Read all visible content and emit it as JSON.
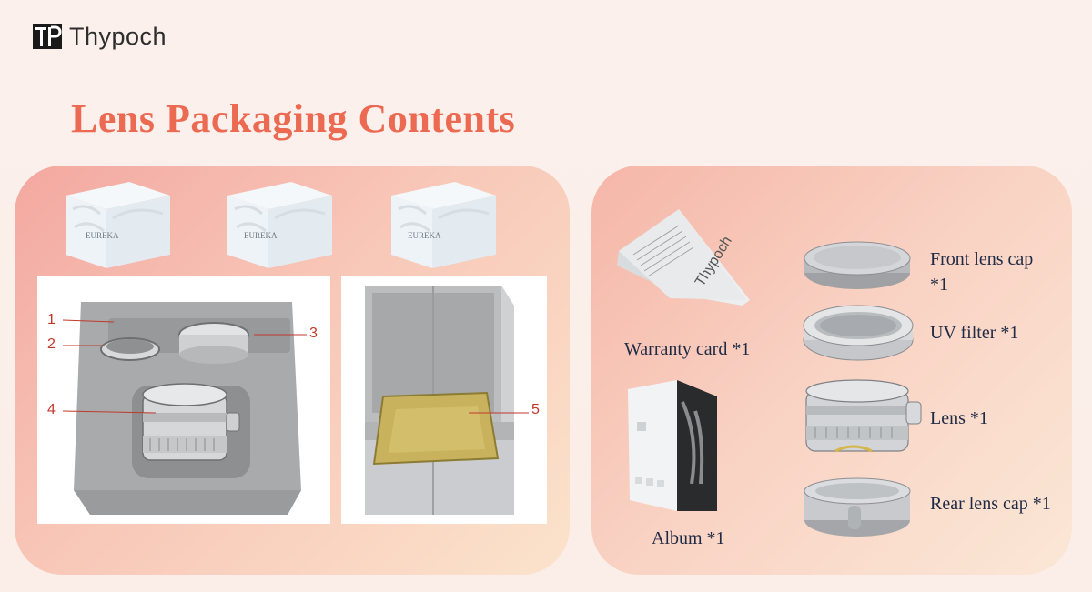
{
  "brand": {
    "name": "Thypoch"
  },
  "title": "Lens Packaging Contents",
  "left_panel": {
    "gift_box_brand": "EUREKA",
    "callouts": [
      "1",
      "2",
      "3",
      "4",
      "5"
    ]
  },
  "right_panel": {
    "items": [
      {
        "label": "Warranty card *1"
      },
      {
        "label": "Album *1"
      },
      {
        "label": "Front lens cap *1"
      },
      {
        "label": "UV filter *1"
      },
      {
        "label": "Lens *1"
      },
      {
        "label": "Rear lens cap *1"
      }
    ],
    "card_brand": "Thypoch"
  },
  "colors": {
    "title": "#ec6a52",
    "callout": "#c0392b",
    "label": "#1f2a44"
  }
}
